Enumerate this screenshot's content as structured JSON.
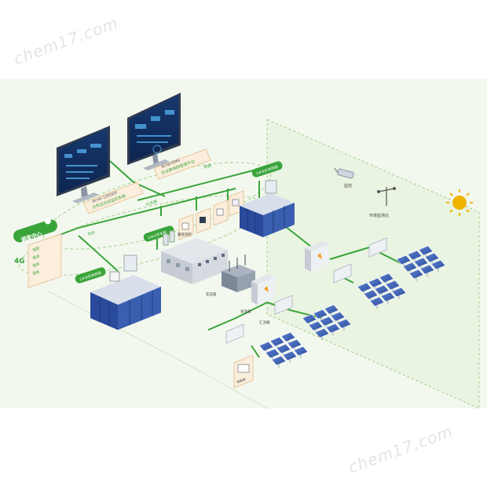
{
  "watermarks": [
    "chem17.com",
    "chem17.com"
  ],
  "monitors": {
    "left_caption_line1": "Acrel-1000DP",
    "left_caption_line2": "分布式光伏监控系统",
    "right_caption_line1": "Acrel-EMS",
    "right_caption_line2": "企业微电网管理平台"
  },
  "network": {
    "ring_label_1": "环网",
    "ring_label_2": "以太网",
    "ring_label_3": "光纤"
  },
  "dispatch": {
    "title": "调度中心",
    "signal": "4G",
    "items": [
      "遥控",
      "遥调",
      "遥测",
      "遥信"
    ]
  },
  "labels": {
    "cabinet_group_1": "1#光伏并网柜",
    "cabinet_group_2": "10kV开关柜",
    "cabinet_group_3": "2#光伏并网柜",
    "control_box": "箱变测控",
    "transformer": "变压器",
    "inverter_a": "逆变器",
    "inverter_b": "汇流箱",
    "meter": "电能表",
    "camera": "监控",
    "weather": "环境监测仪"
  },
  "colors": {
    "green": "#3aa43a",
    "light_green_bg": "#f3f8ee",
    "cabinet_blue": "#2a4a9c",
    "panel_blue": "#3a5fb0",
    "sun": "#f0b400"
  }
}
